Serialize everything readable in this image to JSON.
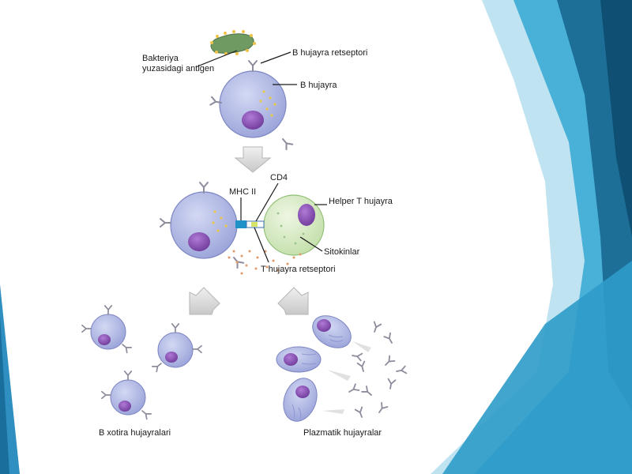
{
  "labels": {
    "antigen_line1": "Bakteriya",
    "antigen_line2": "yuzasidagi antigen",
    "b_receptor": "B hujayra retseptori",
    "b_cell": "B hujayra",
    "cd4": "CD4",
    "mhc2": "MHC II",
    "helper_t": "Helper T hujayra",
    "cytokines": "Sitokinlar",
    "t_receptor": "T hujayra retseptori",
    "memory_cells": "B xotira hujayralari",
    "plasma_cells": "Plazmatik hujayralar"
  },
  "colors": {
    "b_cell_fill": "#b8bfe6",
    "nucleus": "#8a55b5",
    "t_cell_fill": "#d7ebc6",
    "bacterium": "#6f9a62",
    "antibody": "#8c8c9c",
    "accent_blue": "#1f93c7"
  }
}
